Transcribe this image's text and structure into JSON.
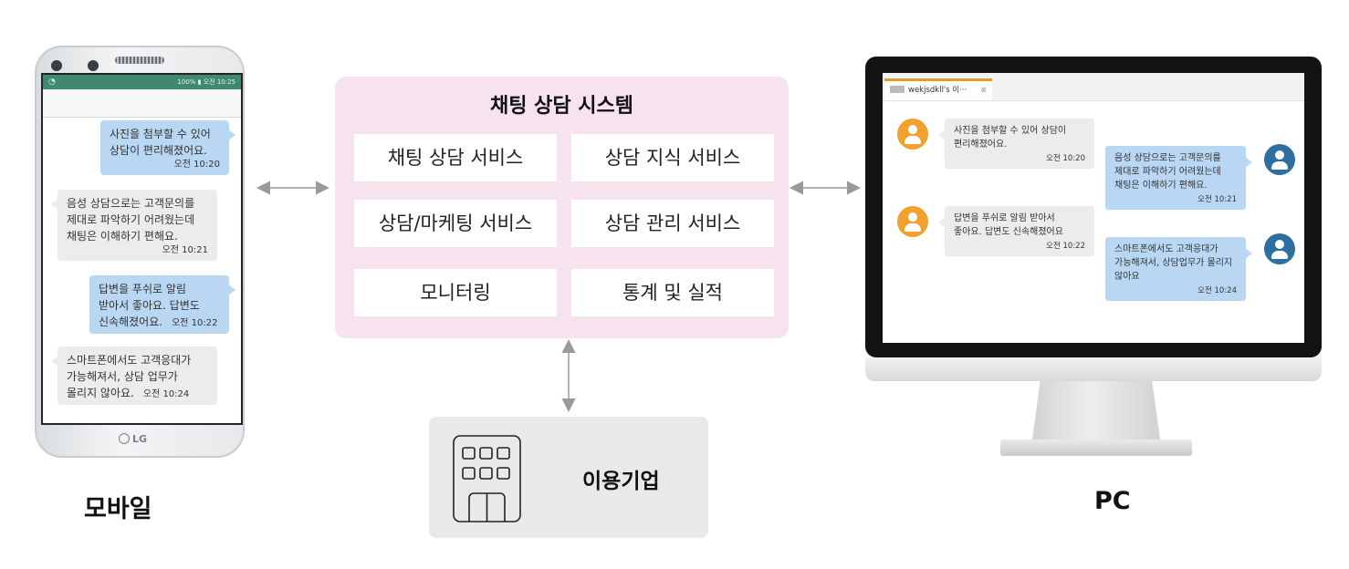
{
  "mobile": {
    "caption": "모바일",
    "status_right": "100% ▮ 오전 10:25",
    "brand": "LG",
    "messages": [
      {
        "side": "right",
        "text": [
          "사진을 첨부할 수 있어",
          "상담이 편리해졌어요."
        ],
        "time": "오전 10:20"
      },
      {
        "side": "left",
        "text": [
          "음성 상담으로는 고객문의를",
          "제대로 파악하기 어려웠는데",
          "채팅은 이해하기 편해요."
        ],
        "time": "오전 10:21"
      },
      {
        "side": "right",
        "text": [
          "답변을 푸쉬로 알림",
          "받아서 좋아요. 답변도",
          "신속해졌어요."
        ],
        "time": "오전 10:22"
      },
      {
        "side": "left",
        "text": [
          "스마트폰에서도 고객응대가",
          "가능해져서, 상담 업무가",
          "몰리지 않아요."
        ],
        "time": "오전 10:24"
      }
    ]
  },
  "system": {
    "title": "채팅 상담 시스템",
    "services": [
      "채팅 상담 서비스",
      "상담 지식 서비스",
      "상담/마케팅 서비스",
      "상담 관리 서비스",
      "모니터링",
      "통계 및 실적"
    ]
  },
  "company": {
    "label": "이용기업"
  },
  "pc": {
    "caption": "PC",
    "tab_title": "wekjsdkll's 이···",
    "messages": [
      {
        "side": "left",
        "text": [
          "사진을 첨부할 수 있어 상담이",
          "편리해졌어요."
        ],
        "time": "오전 10:20"
      },
      {
        "side": "right",
        "text": [
          "음성 상담으로는 고객문의를",
          "제대로 파악하기 어려웠는데",
          "채팅은 이해하기 편해요."
        ],
        "time": "오전 10:21"
      },
      {
        "side": "left",
        "text": [
          "답변을 푸쉬로 알림 받아서",
          "좋아요. 답변도 신속해졌어요"
        ],
        "time": "오전 10:22"
      },
      {
        "side": "right",
        "text": [
          "스마트폰에서도 고객응대가",
          "가능해져서, 상담업무가 몰리지",
          "않아요"
        ],
        "time": "오전 10:24"
      }
    ]
  },
  "colors": {
    "system_bg": "#f7e3ee",
    "company_bg": "#e9e9e9",
    "bubble_blue": "#b9d7f3",
    "bubble_gray": "#ececec",
    "avatar_orange": "#f0a22c",
    "avatar_blue": "#2c6fa0",
    "arrow": "#9a9a9a"
  }
}
